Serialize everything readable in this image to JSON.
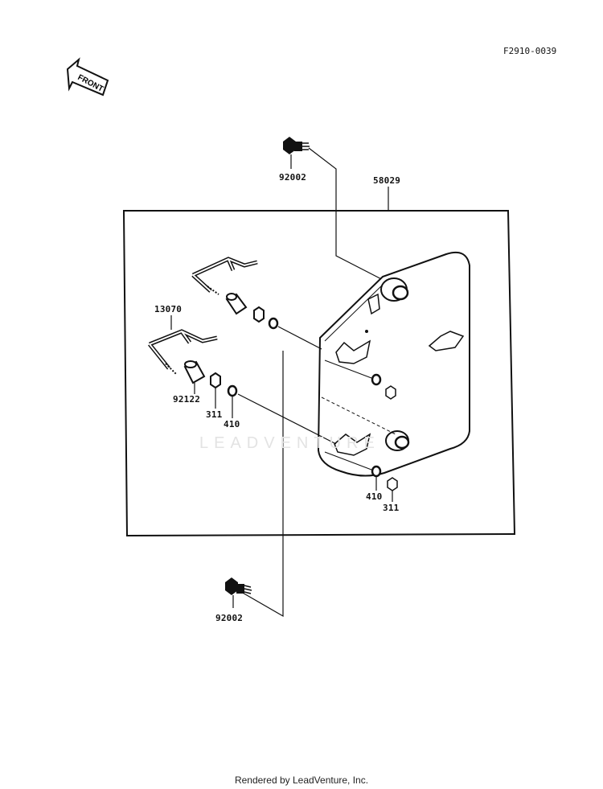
{
  "diagram_code": "F2910-0039",
  "front_label": "FRONT",
  "watermark": "LEADVENTURE",
  "footer": "Rendered by LeadVenture, Inc.",
  "parts": {
    "bolt_top": "92002",
    "bracket": "58029",
    "rod": "13070",
    "collar": "92122",
    "nut_left": "311",
    "washer_left": "410",
    "washer_right": "410",
    "nut_right": "311",
    "bolt_bottom": "92002"
  }
}
